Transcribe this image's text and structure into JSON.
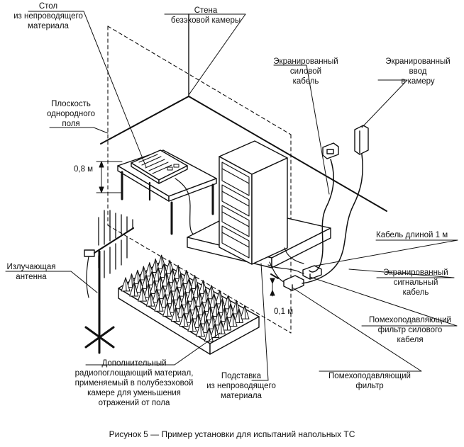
{
  "labels": {
    "table": [
      "Стол",
      "из непроводящего",
      "материала"
    ],
    "wall": [
      "Стена",
      "безэховой камеры"
    ],
    "field_plane": [
      "Плоскость",
      "однородного",
      "поля"
    ],
    "shielded_power": [
      "Экранированный",
      "силовой",
      "кабель"
    ],
    "shielded_input": [
      "Экранированный",
      "ввод",
      "в камеру"
    ],
    "height_08": "0,8 м",
    "cable_1m": "Кабель длиной 1 м",
    "antenna": [
      "Излучающая",
      "антенна"
    ],
    "shielded_signal": [
      "Экранированный",
      "сигнальный",
      "кабель"
    ],
    "height_01": "0,1 м",
    "power_filter": [
      "Помехоподавляющий",
      "фильтр силового",
      "кабеля"
    ],
    "absorber": [
      "Дополнительный",
      "радиопоглощающий материал,",
      "применяемый в полубезэховой",
      "камере для уменьшения",
      "отражений от пола"
    ],
    "stand": [
      "Подставка",
      "из непроводящего",
      "материала"
    ],
    "filter": [
      "Помехоподавляющий",
      "фильтр"
    ]
  },
  "caption": "Рисунок 5 — Пример установки для испытаний напольных ТС"
}
